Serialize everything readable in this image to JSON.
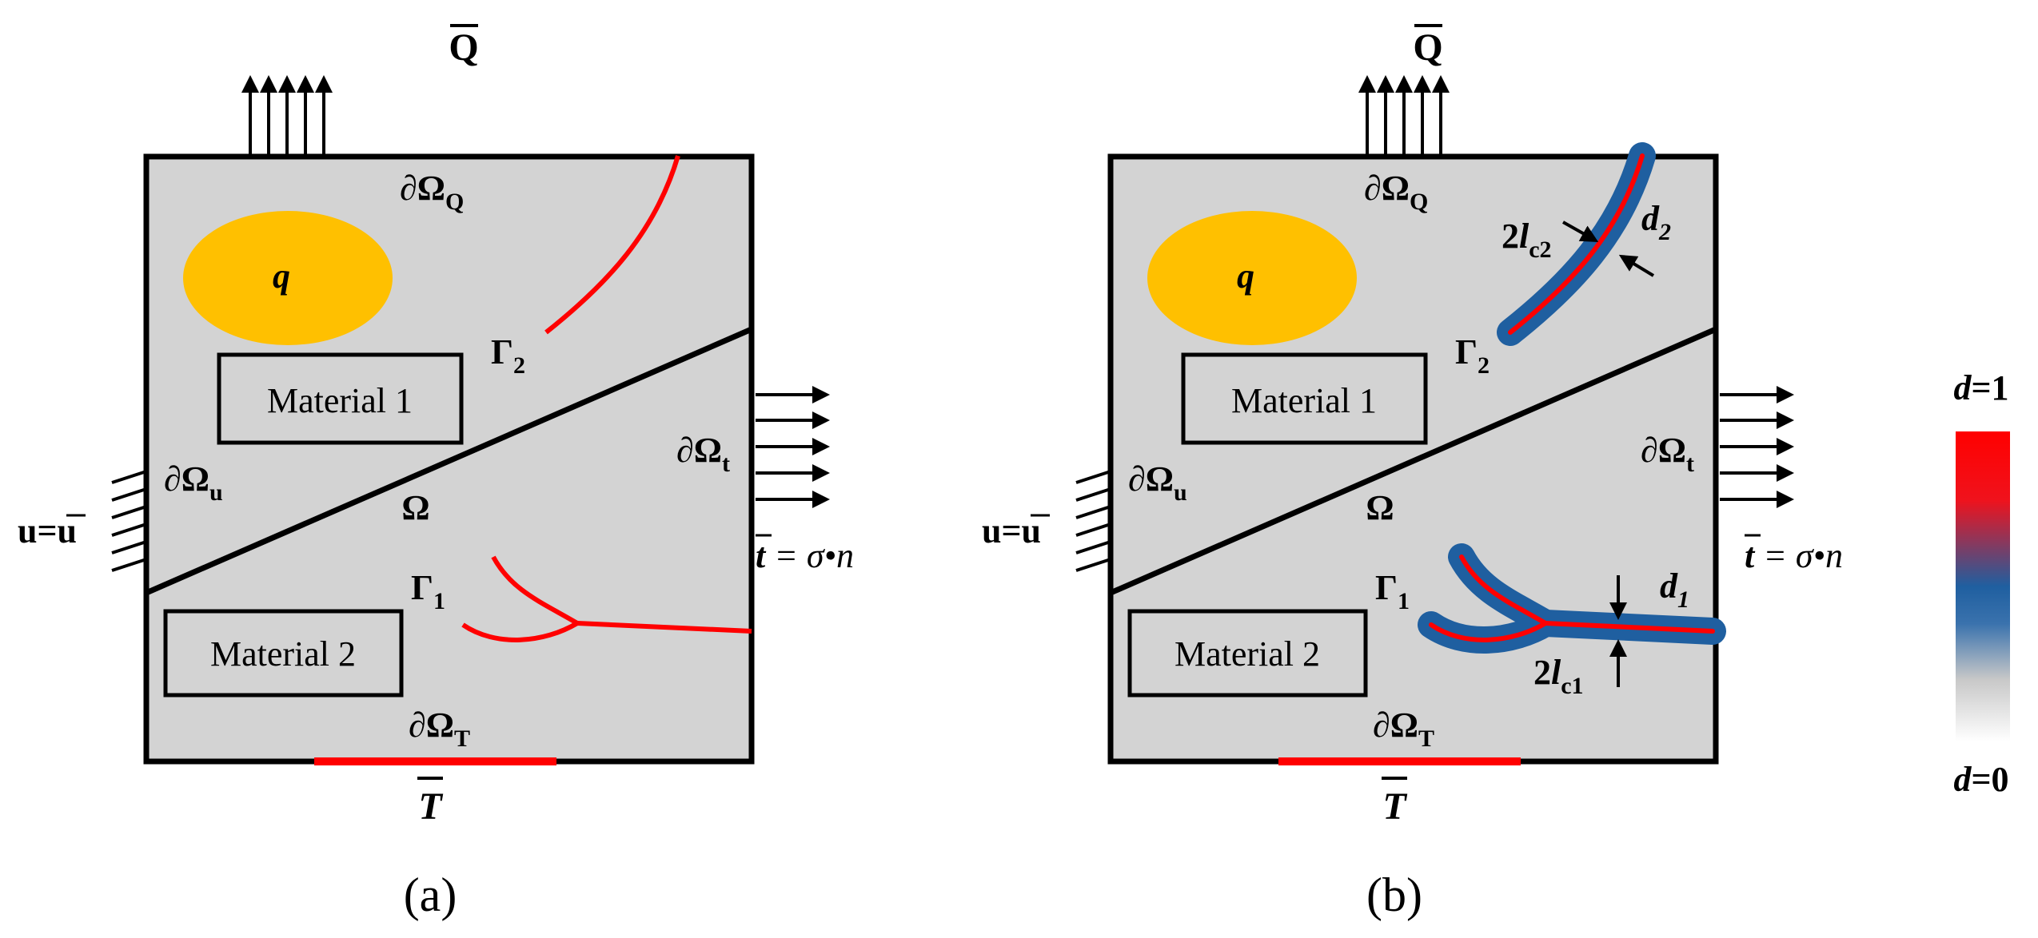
{
  "colors": {
    "domain_fill": "#d3d3d3",
    "outline": "#000000",
    "crack": "#ff0000",
    "diffuse": "#1f5fa0",
    "heat_source": "#ffc000",
    "legend_high": "#ff0000",
    "legend_mid": "#1f5fa0",
    "legend_low": "#ffffff"
  },
  "panel_a": {
    "caption": "(a)",
    "heat_flux": "Q",
    "heat_flux_boundary": {
      "main": "∂Ω",
      "sub": "Q"
    },
    "heat_source": "q",
    "gamma2": {
      "main": "Γ",
      "sub": "2"
    },
    "gamma1": {
      "main": "Γ",
      "sub": "1"
    },
    "material1": "Material 1",
    "material2": "Material 2",
    "displacement_boundary": {
      "main": "∂Ω",
      "sub": "u"
    },
    "displacement_condition": {
      "lhs": "u=",
      "rhs": "u"
    },
    "domain": "Ω",
    "traction_boundary": {
      "main": "∂Ω",
      "sub": "t"
    },
    "traction_condition": {
      "lhs": "t",
      "rhs": " = σ•n"
    },
    "temperature_boundary": {
      "main": "∂Ω",
      "sub": "T"
    },
    "temperature_value": "T"
  },
  "panel_b": {
    "caption": "(b)",
    "heat_flux": "Q",
    "heat_flux_boundary": {
      "main": "∂Ω",
      "sub": "Q"
    },
    "heat_source": "q",
    "gamma2": {
      "main": "Γ",
      "sub": "2"
    },
    "gamma1": {
      "main": "Γ",
      "sub": "1"
    },
    "material1": "Material 1",
    "material2": "Material 2",
    "displacement_boundary": {
      "main": "∂Ω",
      "sub": "u"
    },
    "displacement_condition": {
      "lhs": "u=",
      "rhs": "u"
    },
    "domain": "Ω",
    "traction_boundary": {
      "main": "∂Ω",
      "sub": "t"
    },
    "traction_condition": {
      "lhs": "t",
      "rhs": " = σ•n"
    },
    "temperature_boundary": {
      "main": "∂Ω",
      "sub": "T"
    },
    "temperature_value": "T",
    "d2": {
      "main": "d",
      "sub": "2"
    },
    "d1": {
      "main": "d",
      "sub": "1"
    },
    "lc2": {
      "pre": "2",
      "main": "l",
      "sub": "c2"
    },
    "lc1": {
      "pre": "2",
      "main": "l",
      "sub": "c1"
    }
  },
  "legend": {
    "top": {
      "var": "d",
      "val": "=1"
    },
    "bottom": {
      "var": "d",
      "val": "=0"
    }
  }
}
